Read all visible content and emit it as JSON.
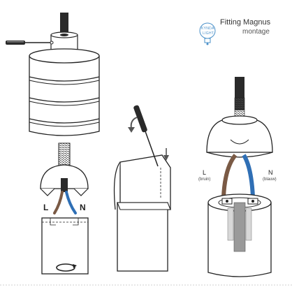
{
  "header": {
    "title": "Fitting Magnus",
    "subtitle": "montage",
    "logo_line1": "KYNDA",
    "logo_line2": "LIGHT"
  },
  "step1": {
    "left_label": "L",
    "right_label": "N"
  },
  "step3": {
    "left_label": "L",
    "left_note": "(bruin)",
    "right_label": "N",
    "right_note": "(blauw)"
  },
  "colors": {
    "brown_wire": "#7a5a45",
    "blue_wire": "#2f6fb5",
    "outline": "#222222",
    "logo_accent": "#4a90c9"
  }
}
